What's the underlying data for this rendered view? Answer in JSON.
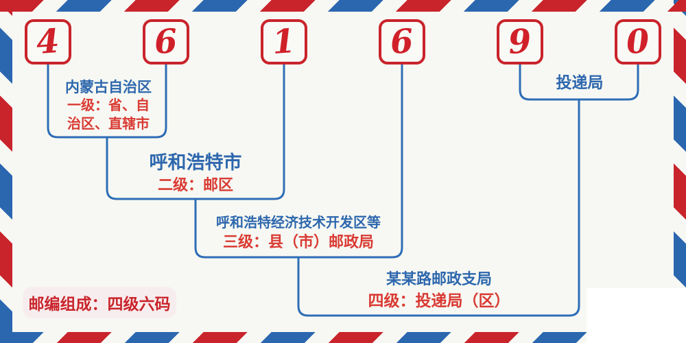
{
  "postal_code": {
    "digits": [
      "4",
      "6",
      "1",
      "6",
      "9",
      "0"
    ]
  },
  "levels": [
    {
      "region": "内蒙古自治区",
      "description": "一级：省、自\n治区、直辖市"
    },
    {
      "region": "呼和浩特市",
      "description": "二级：邮区"
    },
    {
      "region": "呼和浩特经济技术开发区等",
      "description": "三级：县（市）邮政局"
    },
    {
      "region": "某某路邮政支局",
      "description": "四级：投递局（区）"
    }
  ],
  "delivery_bureau_label": "投递局",
  "footer": {
    "note": "邮编组成：四级六码"
  },
  "colors": {
    "stripe_red": "#c9242b",
    "stripe_blue": "#2b67af",
    "digit_red": "#d0212a",
    "line_blue": "#2e6db6",
    "name_text_blue": "#2d67ad",
    "desc_text_red": "#d93a33",
    "background": "#f7f8f3",
    "pill_background": "#f8edee"
  }
}
